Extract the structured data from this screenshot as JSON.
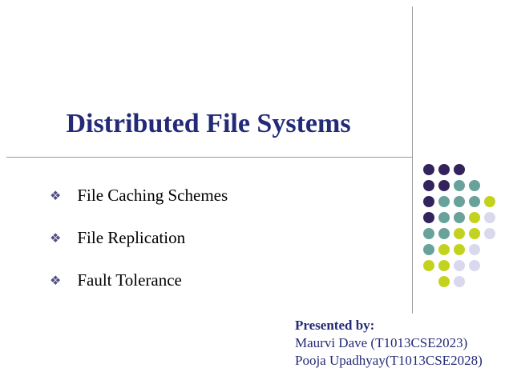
{
  "slide": {
    "title": "Distributed File Systems",
    "bullet_glyph": "❖",
    "bullets": [
      "File Caching Schemes",
      "File Replication",
      "Fault Tolerance"
    ],
    "footer": {
      "label": "Presented by:",
      "lines": [
        "Maurvi Dave (T1013CSE2023)",
        "Pooja Upadhyay(T1013CSE2028)"
      ]
    },
    "colors": {
      "title_text": "#232a77",
      "footer_text": "#232a77",
      "bullet_glyph": "#514f87",
      "divider_line": "#9a9a9a",
      "dot_purple": "#33235b",
      "dot_teal": "#69a29b",
      "dot_yellow": "#c3d21f",
      "dot_lavender": "#d9d9ee"
    },
    "dot_grid": [
      [
        "P",
        "P",
        "P",
        "",
        ""
      ],
      [
        "P",
        "P",
        "T",
        "T",
        ""
      ],
      [
        "P",
        "T",
        "T",
        "T",
        "Y"
      ],
      [
        "P",
        "T",
        "T",
        "Y",
        "L"
      ],
      [
        "T",
        "T",
        "Y",
        "Y",
        "L"
      ],
      [
        "T",
        "Y",
        "Y",
        "L",
        ""
      ],
      [
        "Y",
        "Y",
        "L",
        "L",
        ""
      ],
      [
        "",
        "Y",
        "L",
        "",
        ""
      ]
    ]
  }
}
